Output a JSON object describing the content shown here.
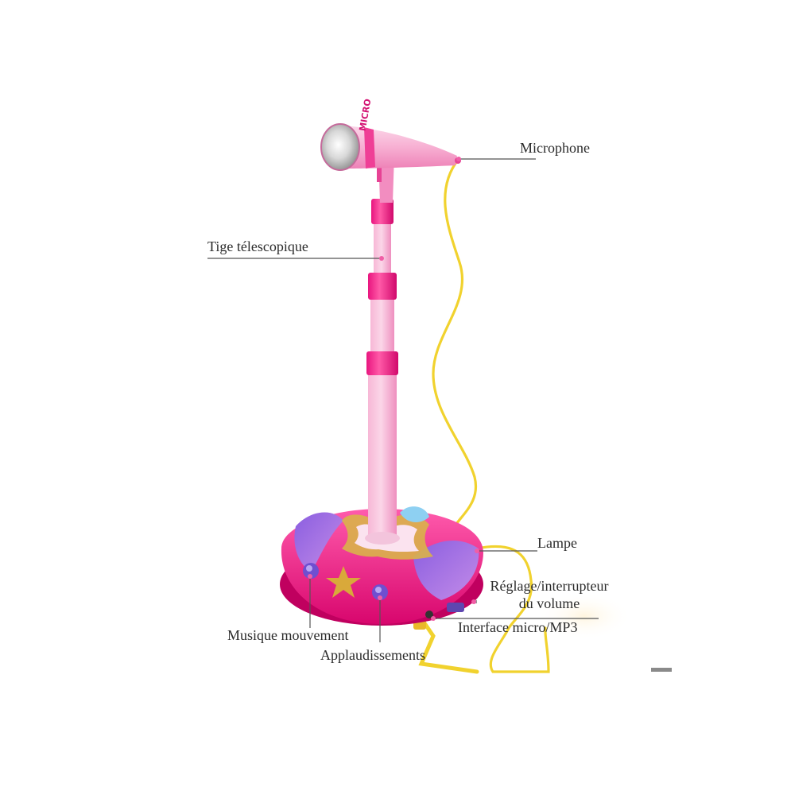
{
  "image": {
    "subject": "Pink children's karaoke microphone on a telescopic stand with base",
    "colors": {
      "pink_main": "#f6a9cf",
      "pink_dark": "#ef3f96",
      "magenta": "#e8157f",
      "purple": "#9a6ad8",
      "gold": "#d9b24a",
      "cable": "#f1d22e",
      "leader_line": "#555555",
      "text": "#2b2b2b",
      "background": "#ffffff"
    },
    "microphone_brand_text": "MICRO"
  },
  "callouts": {
    "microphone": "Microphone",
    "tige": "Tige télescopique",
    "lampe": "Lampe",
    "reglage_line1": "Réglage/interrupteur",
    "reglage_line2": "du volume",
    "interface": "Interface micro/MP3",
    "musique": "Musique mouvement",
    "applaudissements": "Applaudissements"
  }
}
